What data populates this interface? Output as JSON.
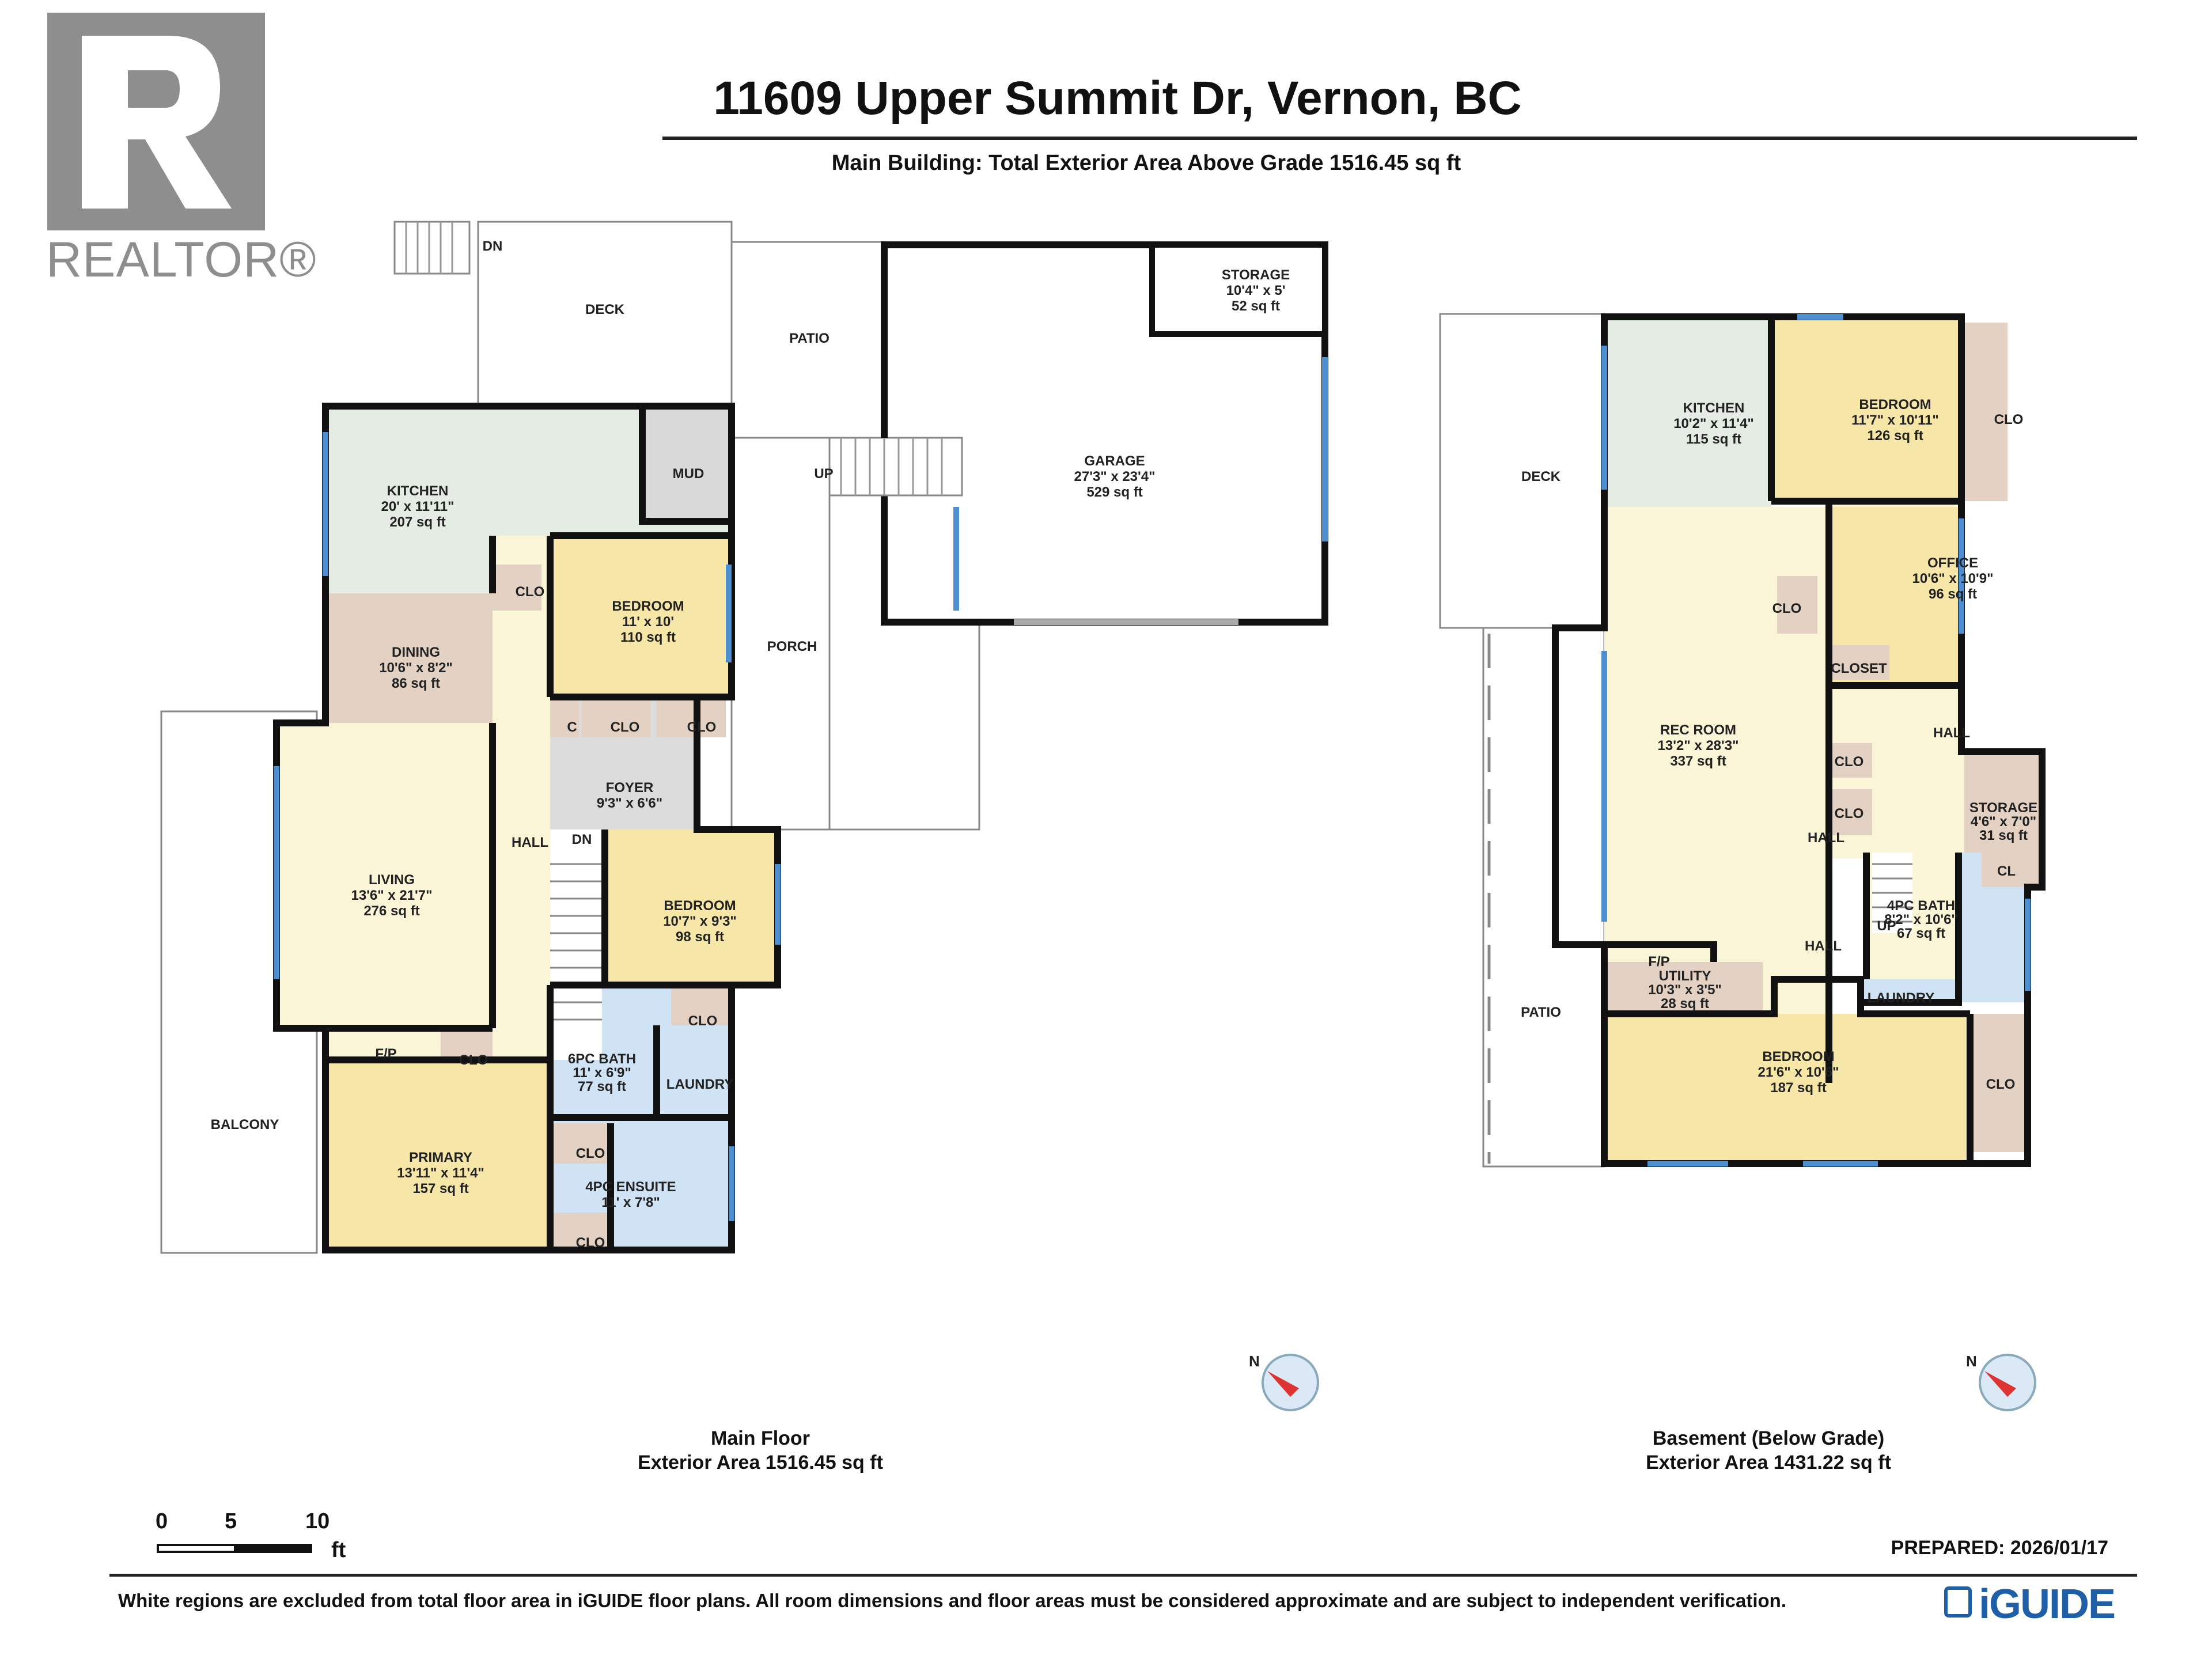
{
  "header": {
    "title": "11609 Upper Summit Dr, Vernon, BC",
    "subtitle": "Main Building: Total Exterior Area Above Grade 1516.45 sq ft"
  },
  "logo": {
    "wordmark": "REALTOR®"
  },
  "colors": {
    "kitchen": "#e4ece4",
    "dining": "#e3d2c3",
    "living": "#fbf5d8",
    "bedroom": "#f6e7a8",
    "hall": "#fbf5d8",
    "bath": "#cfe3f5",
    "closet": "#e3d2c3",
    "mud": "#d9d9d9",
    "foyer": "#dcdcdc",
    "wall": "#111111",
    "window": "#4d8fd1"
  },
  "main_floor": {
    "caption": "Main Floor",
    "area": "Exterior Area 1516.45 sq ft",
    "rooms": {
      "deck": "DECK",
      "dn": "DN",
      "patio": "PATIO",
      "storage": {
        "name": "STORAGE",
        "dims": "10'4\" x 5'",
        "area": "52 sq ft"
      },
      "garage": {
        "name": "GARAGE",
        "dims": "27'3\" x 23'4\"",
        "area": "529 sq ft"
      },
      "up": "UP",
      "kitchen": {
        "name": "KITCHEN",
        "dims": "20' x 11'11\"",
        "area": "207 sq ft"
      },
      "mud": "MUD",
      "dining": {
        "name": "DINING",
        "dims": "10'6\" x 8'2\"",
        "area": "86 sq ft"
      },
      "bedroom1": {
        "name": "BEDROOM",
        "dims": "11' x 10'",
        "area": "110 sq ft"
      },
      "porch": "PORCH",
      "clo": "CLO",
      "c": "C",
      "foyer": {
        "name": "FOYER",
        "dims": "9'3\" x 6'6\""
      },
      "living": {
        "name": "LIVING",
        "dims": "13'6\" x 21'7\"",
        "area": "276 sq ft"
      },
      "hall": "HALL",
      "bedroom2": {
        "name": "BEDROOM",
        "dims": "10'7\" x 9'3\"",
        "area": "98 sq ft"
      },
      "fp": "F/P",
      "bath6": {
        "name": "6PC BATH",
        "dims": "11' x 6'9\"",
        "area": "77 sq ft"
      },
      "laundry": "LAUNDRY",
      "balcony": "BALCONY",
      "primary": {
        "name": "PRIMARY",
        "dims": "13'11\" x 11'4\"",
        "area": "157 sq ft"
      },
      "ensuite": {
        "name": "4PC ENSUITE",
        "dims": "11' x 7'8\""
      }
    }
  },
  "basement": {
    "caption": "Basement (Below Grade)",
    "area": "Exterior Area 1431.22 sq ft",
    "rooms": {
      "deck": "DECK",
      "kitchen": {
        "name": "KITCHEN",
        "dims": "10'2\" x 11'4\"",
        "area": "115 sq ft"
      },
      "bedroom1": {
        "name": "BEDROOM",
        "dims": "11'7\" x 10'11\"",
        "area": "126 sq ft"
      },
      "clo": "CLO",
      "office": {
        "name": "OFFICE",
        "dims": "10'6\" x 10'9\"",
        "area": "96 sq ft"
      },
      "closet": "CLOSET",
      "rec": {
        "name": "REC ROOM",
        "dims": "13'2\" x 28'3\"",
        "area": "337 sq ft"
      },
      "hall": "HALL",
      "storage": {
        "name": "STORAGE",
        "dims": "4'6\" x 7'0\"",
        "area": "31 sq ft"
      },
      "cl": "CL",
      "up": "UP",
      "bath4": {
        "name": "4PC BATH",
        "dims": "8'2\" x 10'6\"",
        "area": "67 sq ft"
      },
      "fp": "F/P",
      "utility": {
        "name": "UTILITY",
        "dims": "10'3\" x 3'5\"",
        "area": "28 sq ft"
      },
      "laundry": "LAUNDRY",
      "patio": "PATIO",
      "bedroom2": {
        "name": "BEDROOM",
        "dims": "21'6\" x 10'6\"",
        "area": "187 sq ft"
      }
    }
  },
  "scale": {
    "ticks": [
      "0",
      "5",
      "10"
    ],
    "unit": "ft"
  },
  "footer": {
    "prepared": "PREPARED: 2026/01/17",
    "disclaimer": "White regions are excluded from total floor area in iGUIDE floor plans. All room dimensions and floor areas must be considered approximate and are subject to independent verification.",
    "brand": "iGUIDE"
  }
}
